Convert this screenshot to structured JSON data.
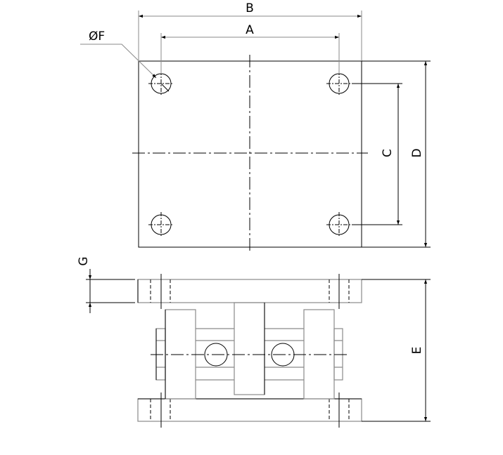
{
  "labels": {
    "A": "A",
    "B": "B",
    "C": "C",
    "D": "D",
    "E": "E",
    "F": "ØF",
    "G": "G"
  }
}
